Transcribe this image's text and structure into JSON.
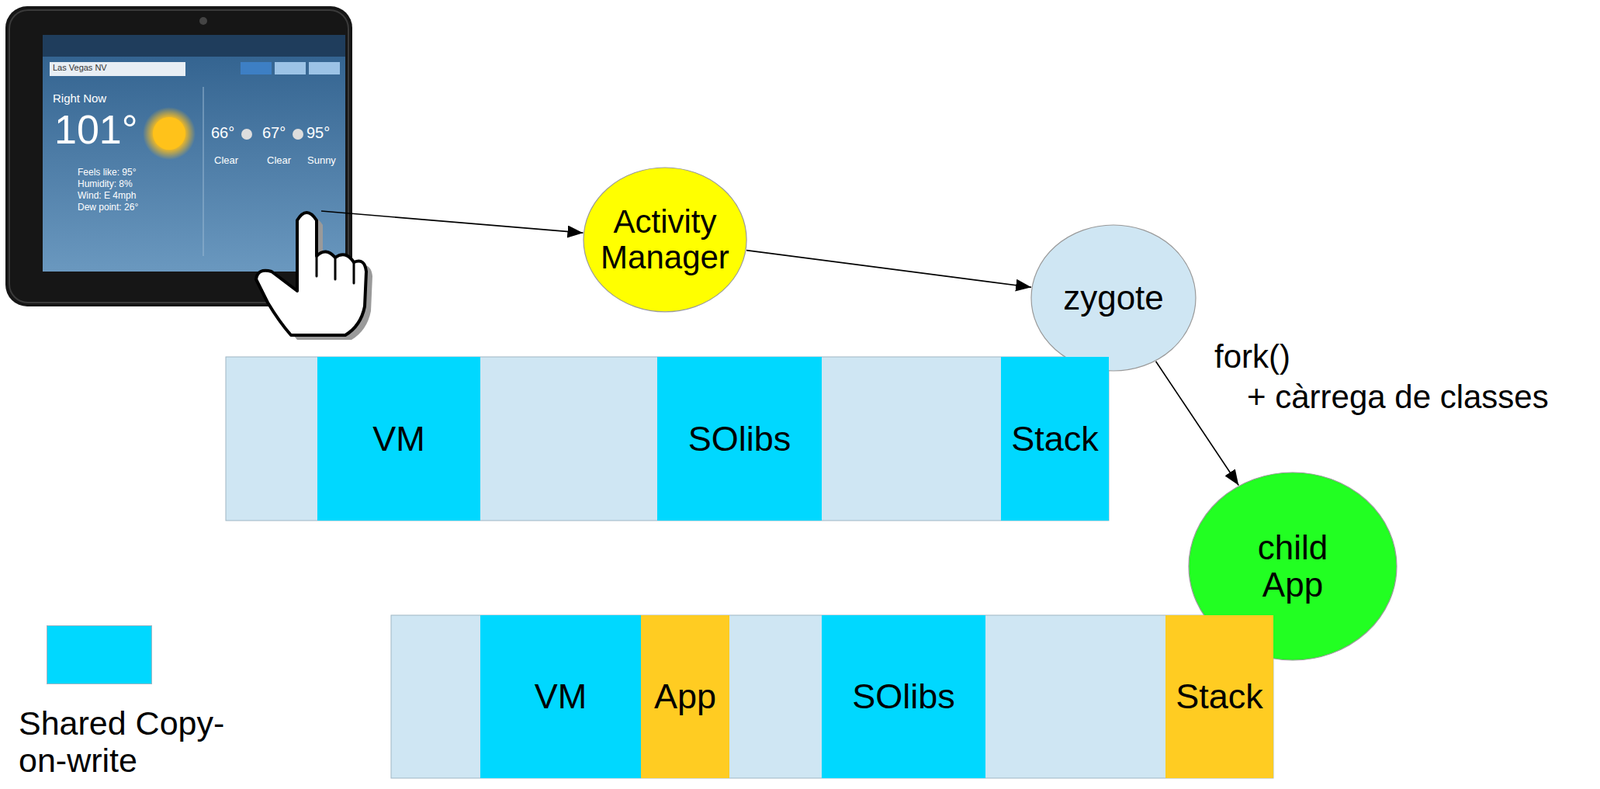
{
  "diagram": {
    "nodes": [
      {
        "text": [
          "Activity Manager"
        ]
      },
      {
        "text": [
          "zygote"
        ]
      },
      {
        "text": [
          "child App"
        ]
      },
      {
        "text": [
          "VM"
        ]
      },
      {
        "text": [
          "SOlibs"
        ]
      },
      {
        "text": [
          "Stack"
        ]
      },
      {
        "text": [
          "VM"
        ]
      },
      {
        "text": [
          "App"
        ]
      },
      {
        "text": [
          "SOlibs"
        ]
      },
      {
        "text": [
          "Stack"
        ]
      }
    ],
    "edges": [
      {
        "from": 0,
        "to": 1,
        "arrow": "to"
      },
      {
        "from": 1,
        "to": 2,
        "arrow": "to"
      }
    ],
    "labels": [
      "Las Vegas NV",
      "Right Now",
      "101°",
      "66°",
      "67°",
      "95°",
      "Clear",
      "Clear",
      "Sunny",
      "Feels like: 95°",
      "Humidity: 8%",
      "Wind: E 4mph",
      "Dew point: 26°",
      "fork()",
      "+ càrrega de classes"
    ],
    "legend": [
      {
        "text": "Shared Copy-on-write",
        "color": "#00d8ff"
      }
    ]
  }
}
